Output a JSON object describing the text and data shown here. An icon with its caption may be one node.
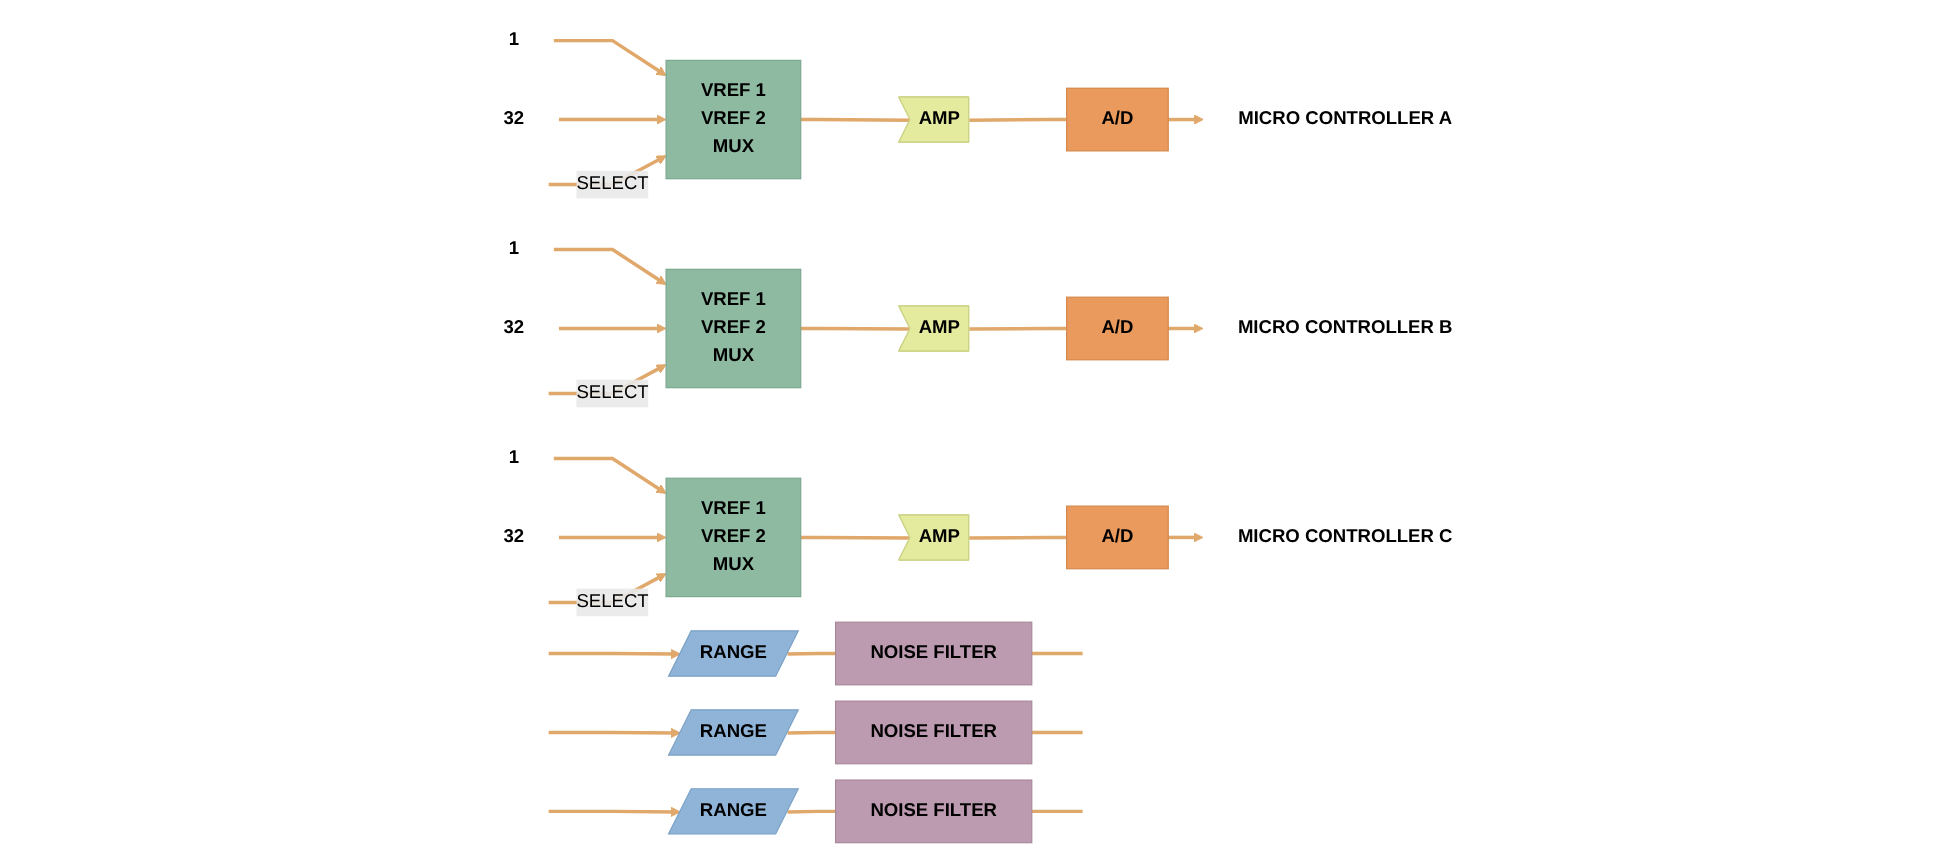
{
  "diagram": {
    "nodes": [
      {
        "text": [
          "RANGE"
        ]
      },
      {
        "text": [
          "NOISE FILTER"
        ]
      },
      {
        "text": [
          "1"
        ]
      },
      {
        "text": [
          "32"
        ]
      },
      {
        "text": [
          "VREF 1",
          "VREF 2",
          "MUX"
        ]
      },
      {
        "text": [
          "AMP"
        ]
      },
      {
        "text": [
          "A/D"
        ]
      },
      {
        "text": [
          "MICRO CONTROLLER A"
        ]
      },
      {
        "text": [
          "RANGE"
        ]
      },
      {
        "text": [
          "NOISE FILTER"
        ]
      },
      {
        "text": [
          "1"
        ]
      },
      {
        "text": [
          "32"
        ]
      },
      {
        "text": [
          "VREF 1",
          "VREF 2",
          "MUX"
        ]
      },
      {
        "text": [
          "AMP"
        ]
      },
      {
        "text": [
          "A/D"
        ]
      },
      {
        "text": [
          "MICRO CONTROLLER B"
        ]
      },
      {
        "text": [
          "RANGE"
        ]
      },
      {
        "text": [
          "NOISE FILTER"
        ]
      },
      {
        "text": [
          "1"
        ]
      },
      {
        "text": [
          "32"
        ]
      },
      {
        "text": [
          "VREF 1",
          "VREF 2",
          "MUX"
        ]
      },
      {
        "text": [
          "AMP"
        ]
      },
      {
        "text": [
          "A/D"
        ]
      },
      {
        "text": [
          "MICRO CONTROLLER C"
        ]
      }
    ],
    "edges": [
      {
        "from": null,
        "to": 0,
        "arrow": "to"
      },
      {
        "from": null,
        "to": 8,
        "arrow": "to"
      },
      {
        "from": null,
        "to": 16,
        "arrow": "to"
      },
      {
        "from": 0,
        "to": 1,
        "arrow": "none"
      },
      {
        "from": 1,
        "to": null,
        "arrow": "none"
      },
      {
        "from": 2,
        "to": 4,
        "arrow": "to"
      },
      {
        "from": 3,
        "to": 4,
        "arrow": "to"
      },
      {
        "from": null,
        "to": 4,
        "arrow": "to",
        "label": "SELECT"
      },
      {
        "from": 4,
        "to": 5,
        "arrow": "none"
      },
      {
        "from": 5,
        "to": 6,
        "arrow": "none"
      },
      {
        "from": 6,
        "to": 7,
        "arrow": "to"
      },
      {
        "from": 8,
        "to": 9,
        "arrow": "none"
      },
      {
        "from": 9,
        "to": null,
        "arrow": "none"
      },
      {
        "from": 10,
        "to": 12,
        "arrow": "to"
      },
      {
        "from": 11,
        "to": 12,
        "arrow": "to"
      },
      {
        "from": null,
        "to": 12,
        "arrow": "to",
        "label": "SELECT"
      },
      {
        "from": 12,
        "to": 13,
        "arrow": "none"
      },
      {
        "from": 13,
        "to": 14,
        "arrow": "none"
      },
      {
        "from": 14,
        "to": 15,
        "arrow": "to"
      },
      {
        "from": 16,
        "to": 17,
        "arrow": "none"
      },
      {
        "from": 17,
        "to": null,
        "arrow": "none"
      },
      {
        "from": 18,
        "to": 20,
        "arrow": "to"
      },
      {
        "from": 19,
        "to": 20,
        "arrow": "to"
      },
      {
        "from": null,
        "to": 20,
        "arrow": "to",
        "label": "SELECT"
      },
      {
        "from": 20,
        "to": 21,
        "arrow": "none"
      },
      {
        "from": 21,
        "to": 22,
        "arrow": "none"
      },
      {
        "from": 22,
        "to": 23,
        "arrow": "to"
      }
    ]
  }
}
